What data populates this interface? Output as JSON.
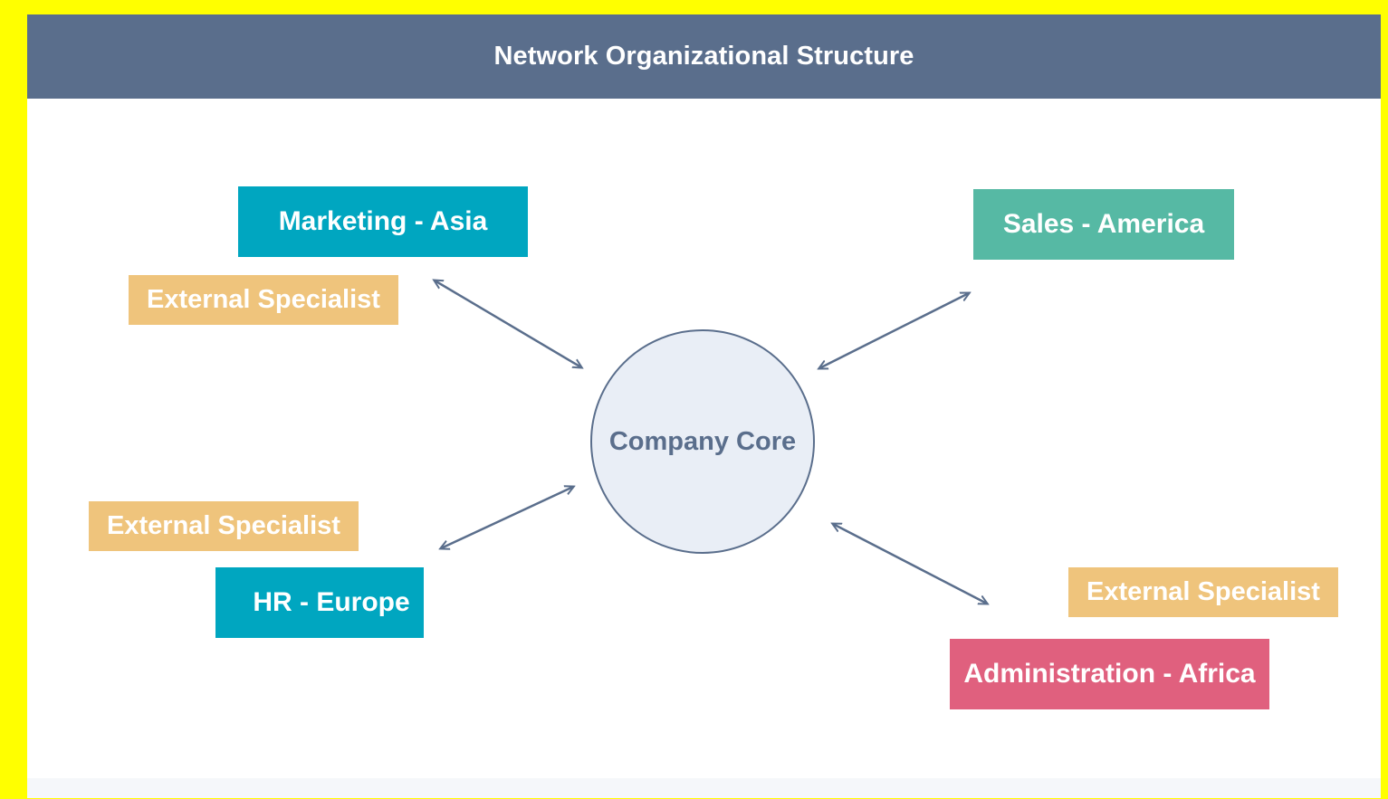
{
  "title": "Network Organizational Structure",
  "core": {
    "label": "Company Core"
  },
  "units": [
    {
      "id": "marketing",
      "label": "Marketing - Asia",
      "color": "#00a6c0",
      "has_external_specialist": true
    },
    {
      "id": "sales",
      "label": "Sales - America",
      "color": "#56b9a4",
      "has_external_specialist": false
    },
    {
      "id": "hr",
      "label": "HR - Europe",
      "color": "#00a6c0",
      "has_external_specialist": true
    },
    {
      "id": "administration",
      "label": "Administration - Africa",
      "color": "#e0607e",
      "has_external_specialist": true
    }
  ],
  "external_specialist_label": "External Specialist",
  "colors": {
    "header": "#5a6e8c",
    "frame": "#ffff00",
    "external_specialist": "#efc47c",
    "connector": "#5a6e8c",
    "core_fill": "#e9eef6"
  },
  "connections": [
    {
      "from": "core",
      "to": "marketing",
      "bidirectional": true
    },
    {
      "from": "core",
      "to": "sales",
      "bidirectional": true
    },
    {
      "from": "core",
      "to": "hr",
      "bidirectional": true
    },
    {
      "from": "core",
      "to": "administration",
      "bidirectional": true
    }
  ]
}
